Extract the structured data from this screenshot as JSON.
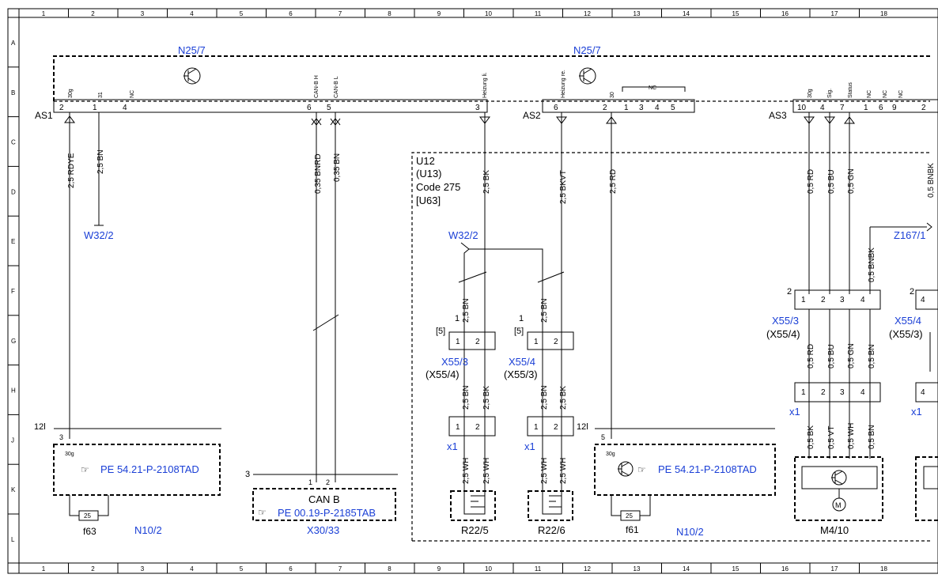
{
  "border": {
    "columns": [
      "1",
      "2",
      "3",
      "4",
      "5",
      "6",
      "7",
      "8",
      "9",
      "10",
      "11",
      "12",
      "13",
      "14",
      "15",
      "16",
      "17",
      "18"
    ],
    "rows": [
      "A",
      "B",
      "C",
      "D",
      "E",
      "F",
      "G",
      "H",
      "J",
      "K",
      "L"
    ]
  },
  "components": {
    "n25_left": "N25/7",
    "n25_right": "N25/7",
    "as1": "AS1",
    "as2": "AS2",
    "as3": "AS3",
    "u12": [
      "U12",
      "(U13)",
      "Code 275",
      "[U63]"
    ],
    "w32_left": "W32/2",
    "w32_mid": "W32/2",
    "z167": "Z167/1",
    "x55_3_a": "X55/3",
    "x55_4_a": "(X55/4)",
    "x55_4_b": "X55/4",
    "x55_3_b": "(X55/3)",
    "x55_3_c": "X55/3",
    "x55_4_c": "(X55/4)",
    "x55_4_d": "X55/4",
    "x55_3_d": "(X55/3)",
    "n10_left": "N10/2",
    "n10_right": "N10/2",
    "x30": "X30/33",
    "can_b": "CAN B",
    "f63": "f63",
    "f61": "f61",
    "fuse": "25",
    "r22_5": "R22/5",
    "r22_6": "R22/6",
    "m4_10": "M4/10",
    "pe_left": "PE 54.21-P-2108TAD",
    "pe_mid": "PE 00.19-P-2185TAB",
    "pe_right": "PE 54.21-P-2108TAD",
    "x1": "x1",
    "motor": "M",
    "term_12l": "12l",
    "term_5": "5",
    "term_3": "3",
    "term_30g": "30g",
    "one": "1",
    "two": "2",
    "bracket5": "[5]"
  },
  "pins": {
    "as1": {
      "p30g": "30g",
      "p31": "31",
      "nc": "NC",
      "canh": "CAN-B H",
      "canl": "CAN-B L",
      "heiz_li": "Heizung li.",
      "n2": "2",
      "n1": "1",
      "n4": "4",
      "n6": "6",
      "n5": "5",
      "n3": "3"
    },
    "as2": {
      "heiz_re": "Heizung re.",
      "p30": "30",
      "nc": "NC",
      "n6": "6",
      "n2": "2",
      "n1": "1",
      "n3": "3",
      "n4": "4",
      "n5": "5"
    },
    "as3": {
      "p30g": "30g",
      "sig": "Sig.",
      "status": "Status",
      "nc": "NC",
      "n10": "10",
      "n4": "4",
      "n7": "7",
      "n1": "1",
      "n6": "6",
      "n9": "9",
      "n2": "2"
    },
    "conn4": [
      "1",
      "2",
      "3",
      "4"
    ]
  },
  "wires": {
    "w1": "2,5 RDYE",
    "w2": "2,5 BN",
    "w3": "0,35 BNRD",
    "w4": "0,35 BN",
    "w5": "2,5 BK",
    "w6": "2,5 BKVT",
    "w7": "2,5 RD",
    "w8": "0,5 RD",
    "w9": "0,5 BU",
    "w10": "0,5 GN",
    "w11": "0,5 BNBK",
    "w12": "0,5 BNBK",
    "f_bn": "2,5 BN",
    "h_bk": "2,5 BK",
    "wh": "2,5 WH",
    "h0_5rd": "0,5 RD",
    "h0_5bu": "0,5 BU",
    "h0_5gn": "0,5 GN",
    "h0_5bn": "0,5 BN",
    "j_bk": "0,5 BK",
    "j_vt": "0,5 VT",
    "j_wh": "0,5 WH",
    "j_bn": "0,5 BN"
  }
}
